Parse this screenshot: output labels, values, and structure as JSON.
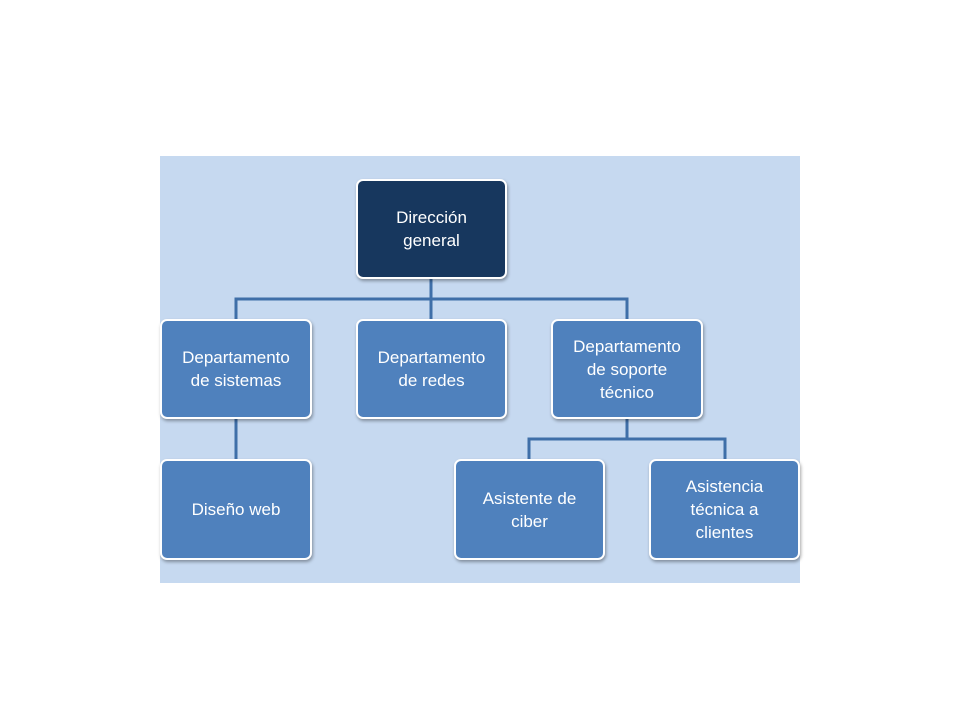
{
  "org_chart": {
    "root": {
      "label": "Dirección\ngeneral"
    },
    "departments": [
      {
        "label": "Departamento\nde  sistemas"
      },
      {
        "label": "Departamento\nde redes"
      },
      {
        "label": "Departamento\nde  soporte\ntécnico"
      }
    ],
    "sub_units": [
      {
        "label": "Diseño web"
      },
      {
        "label": "Asistente de\nciber"
      },
      {
        "label": "Asistencia\ntécnica a\nclientes"
      }
    ]
  },
  "colors": {
    "background": "#c6d9f0",
    "root_fill": "#17375e",
    "node_fill": "#4f81bd",
    "connector": "#3f6fa8",
    "text": "#ffffff"
  }
}
